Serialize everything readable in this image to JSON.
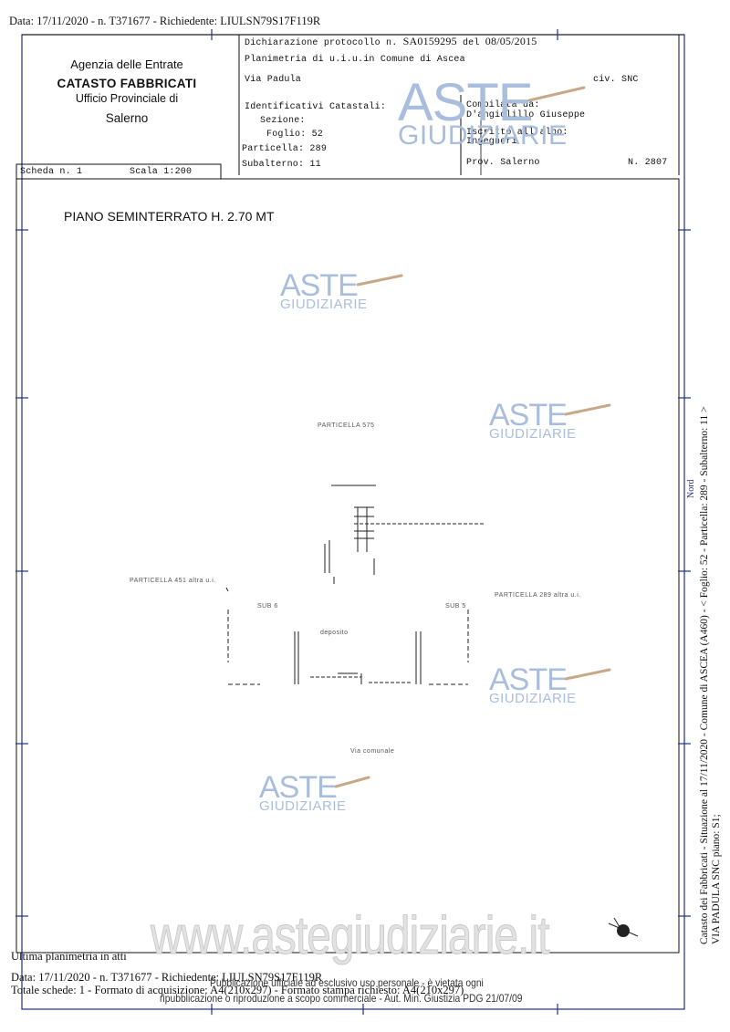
{
  "top_header": "Data: 17/11/2020 - n. T371677 - Richiedente: LIULSN79S17F119R",
  "agency": {
    "line1": "Agenzia delle Entrate",
    "line2": "CATASTO FABBRICATI",
    "line3": "Ufficio Provinciale di",
    "line4": "Salerno"
  },
  "declaration": {
    "protocol_label": "Dichiarazione protocollo n.",
    "protocol_number": "SA0159295",
    "date_label": "del",
    "date": "08/05/2015",
    "planimetry": "Planimetria di u.i.u.in Comune di Ascea",
    "street": "Via Padula",
    "civ": "civ. SNC"
  },
  "identifiers": {
    "title": "Identificativi Catastali:",
    "sezione": "Sezione:",
    "foglio": "Foglio: 52",
    "particella": "Particella: 289",
    "subalterno": "Subalterno: 11"
  },
  "compiled": {
    "label": "Compilata da:",
    "name": "D'angiolillo Giuseppe",
    "albo_label": "Iscritto all'albo:",
    "albo": "Ingegneri",
    "prov": "Prov. Salerno",
    "number": "N. 2807"
  },
  "scheda": "Scheda n. 1",
  "scala": "Scala 1:200",
  "plan_title": "PIANO SEMINTERRATO H. 2.70 MT",
  "plan_labels": {
    "top": "PARTICELLA 575",
    "left": "PARTICELLA 451 altra u.i.",
    "right": "PARTICELLA 289 altra u.i.",
    "sub6": "SUB 6",
    "sub5": "SUB 5",
    "room": "deposito",
    "bottom": "Via comunale"
  },
  "watermark": {
    "aste": "ASTE",
    "giudiziarie": "GIUDIZIARIE",
    "url": "www.astegiudiziarie.it"
  },
  "side_text": {
    "line1": "Catasto dei Fabbricati - Situazione al 17/11/2020 - Comune di ASCEA (A460) - < Foglio: 52 - Particella: 289 - Subalterno: 11 >",
    "line2": "VIA PADULA SNC piano: S1;"
  },
  "north_label": "Nord",
  "footer": {
    "ultima": "Ultima planimetria in atti",
    "line1": "Data: 17/11/2020 - n. T371677 - Richiedente: LIULSN79S17F119R",
    "line2": "Totale schede: 1 - Formato di acquisizione: A4(210x297) - Formato stampa richiesto: A4(210x297)",
    "notice1": "Pubblicazione ufficiale ad esclusivo uso personale - è vietata ogni",
    "notice2": "ripubblicazione o riproduzione a scopo commerciale - Aut. Min. Giustizia PDG 21/07/09"
  },
  "colors": {
    "frame": "#1f2f8a",
    "watermark": "#a9bedc"
  }
}
